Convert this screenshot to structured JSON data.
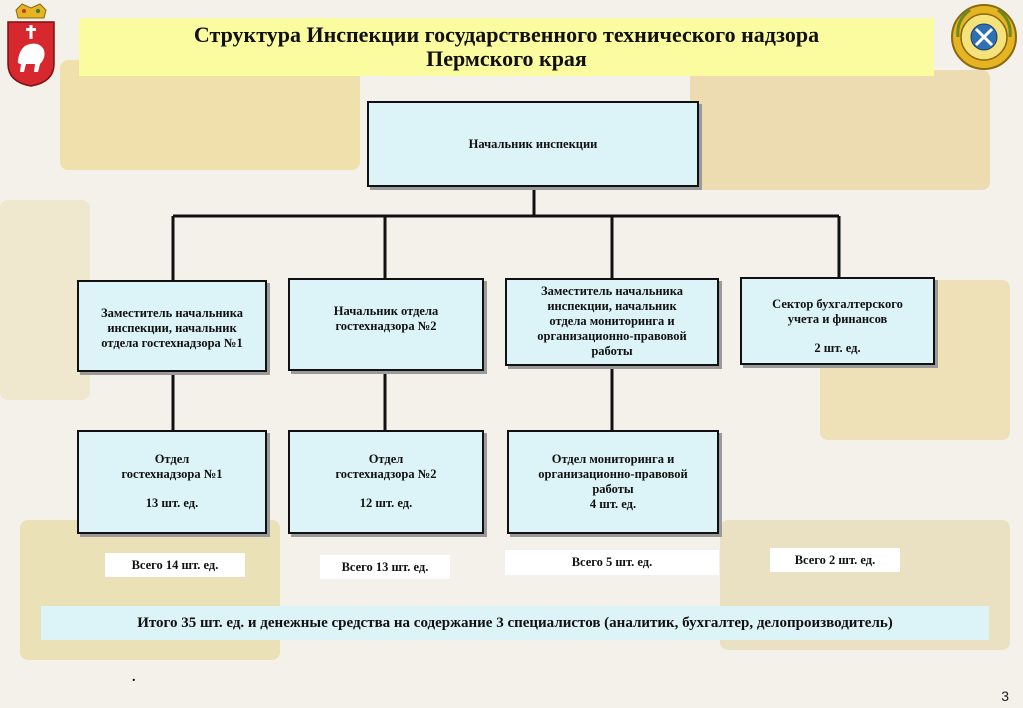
{
  "header": {
    "title_line1": "Структура Инспекции государственного технического надзора",
    "title_line2": "Пермского края"
  },
  "top": {
    "head": "Начальник инспекции"
  },
  "deputies": [
    {
      "lines": [
        "Заместитель начальника",
        "инспекции, начальник",
        "отдела гостехнадзора №1"
      ]
    },
    {
      "lines": [
        "Начальник отдела",
        "гостехнадзора №2"
      ]
    },
    {
      "lines": [
        "Заместитель начальника",
        "инспекции, начальник",
        "отдела мониторинга и",
        "организационно-правовой",
        "работы"
      ]
    },
    {
      "lines": [
        "Сектор бухгалтерского",
        "учета и финансов"
      ],
      "staff": "2 шт. ед."
    }
  ],
  "departments": [
    {
      "lines": [
        "Отдел",
        "гостехнадзора №1"
      ],
      "staff": "13 шт. ед."
    },
    {
      "lines": [
        "Отдел",
        "гостехнадзора №2"
      ],
      "staff": "12 шт. ед."
    },
    {
      "lines": [
        "Отдел мониторинга и",
        "организационно-правовой",
        "работы",
        "4 шт. ед."
      ]
    }
  ],
  "totals": [
    "Всего 14 шт. ед.",
    "Всего 13 шт. ед.",
    "Всего 5 шт. ед.",
    "Всего 2 шт. ед."
  ],
  "summary": "Итого 35 шт. ед. и денежные средства на содержание 3 специалистов (аналитик, бухгалтер, делопроизводитель)",
  "page_number": "3",
  "colors": {
    "box_fill": "#dcf3f7",
    "title_fill": "#fbfba0",
    "crest_red": "#d7282f"
  }
}
